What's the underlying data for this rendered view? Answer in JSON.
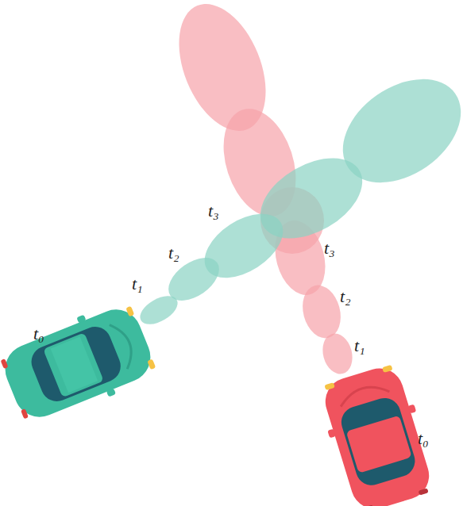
{
  "diagram": {
    "labels": [
      "t₀",
      "t₁",
      "t₂",
      "t₃",
      "t₃",
      "t₂",
      "t₁",
      "t₀"
    ]
  }
}
